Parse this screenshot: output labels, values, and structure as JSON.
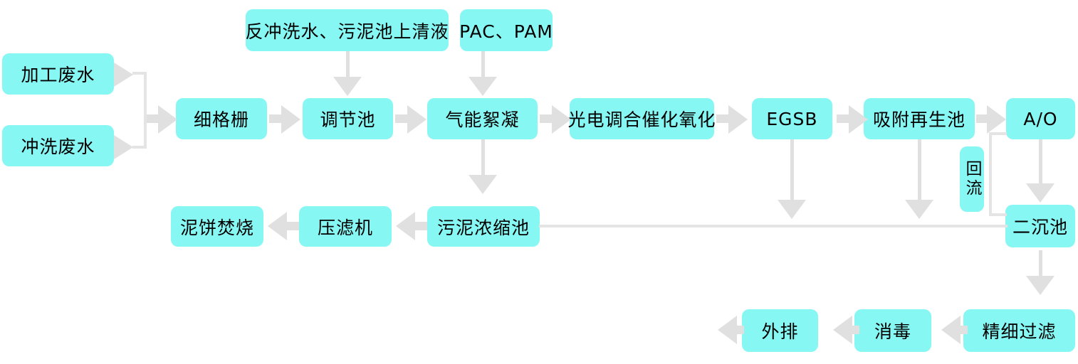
{
  "colors": {
    "node_fill": "#87f7f3",
    "arrow": "#e0e0e0",
    "line": "#e4e4e4",
    "text": "#000000",
    "background": "#ffffff"
  },
  "nodes": {
    "backwash_supernatant": {
      "label": "反冲洗水、污泥池上清液"
    },
    "pac_pam": {
      "label": "PAC、PAM"
    },
    "processing_wastewater": {
      "label": "加工废水"
    },
    "rinsing_wastewater": {
      "label": "冲洗废水"
    },
    "fine_screen": {
      "label": "细格栅"
    },
    "regulating_tank": {
      "label": "调节池"
    },
    "gas_flocculation": {
      "label": "气能絮凝"
    },
    "photoelectric_catalytic_oxidation": {
      "label": "光电调合催化氧化"
    },
    "egsb": {
      "label": "EGSB"
    },
    "adsorption_regeneration_tank": {
      "label": "吸附再生池"
    },
    "ao": {
      "label": "A/O"
    },
    "reflux": {
      "label": "回流"
    },
    "sludge_cake_incineration": {
      "label": "泥饼焚烧"
    },
    "filter_press": {
      "label": "压滤机"
    },
    "sludge_thickening_tank": {
      "label": "污泥浓缩池"
    },
    "secondary_sedimentation_tank": {
      "label": "二沉池"
    },
    "fine_filtration": {
      "label": "精细过滤"
    },
    "disinfection": {
      "label": "消毒"
    },
    "discharge": {
      "label": "外排"
    }
  },
  "flows": [
    {
      "from": "加工废水",
      "to": "细格栅"
    },
    {
      "from": "冲洗废水",
      "to": "细格栅"
    },
    {
      "from": "反冲洗水、污泥池上清液",
      "to": "调节池"
    },
    {
      "from": "PAC、PAM",
      "to": "气能絮凝"
    },
    {
      "from": "细格栅",
      "to": "调节池"
    },
    {
      "from": "调节池",
      "to": "气能絮凝"
    },
    {
      "from": "气能絮凝",
      "to": "光电调合催化氧化"
    },
    {
      "from": "气能絮凝",
      "to": "污泥浓缩池"
    },
    {
      "from": "光电调合催化氧化",
      "to": "EGSB"
    },
    {
      "from": "EGSB",
      "to": "吸附再生池"
    },
    {
      "from": "EGSB",
      "to": "污泥浓缩池"
    },
    {
      "from": "吸附再生池",
      "to": "A/O"
    },
    {
      "from": "吸附再生池",
      "to": "污泥浓缩池"
    },
    {
      "from": "A/O",
      "to": "二沉池"
    },
    {
      "from": "二沉池",
      "to": "A/O",
      "label": "回流"
    },
    {
      "from": "二沉池",
      "to": "污泥浓缩池"
    },
    {
      "from": "污泥浓缩池",
      "to": "压滤机"
    },
    {
      "from": "压滤机",
      "to": "泥饼焚烧"
    },
    {
      "from": "二沉池",
      "to": "精细过滤"
    },
    {
      "from": "精细过滤",
      "to": "消毒"
    },
    {
      "from": "消毒",
      "to": "外排"
    },
    {
      "from": "外排",
      "to": ""
    }
  ]
}
